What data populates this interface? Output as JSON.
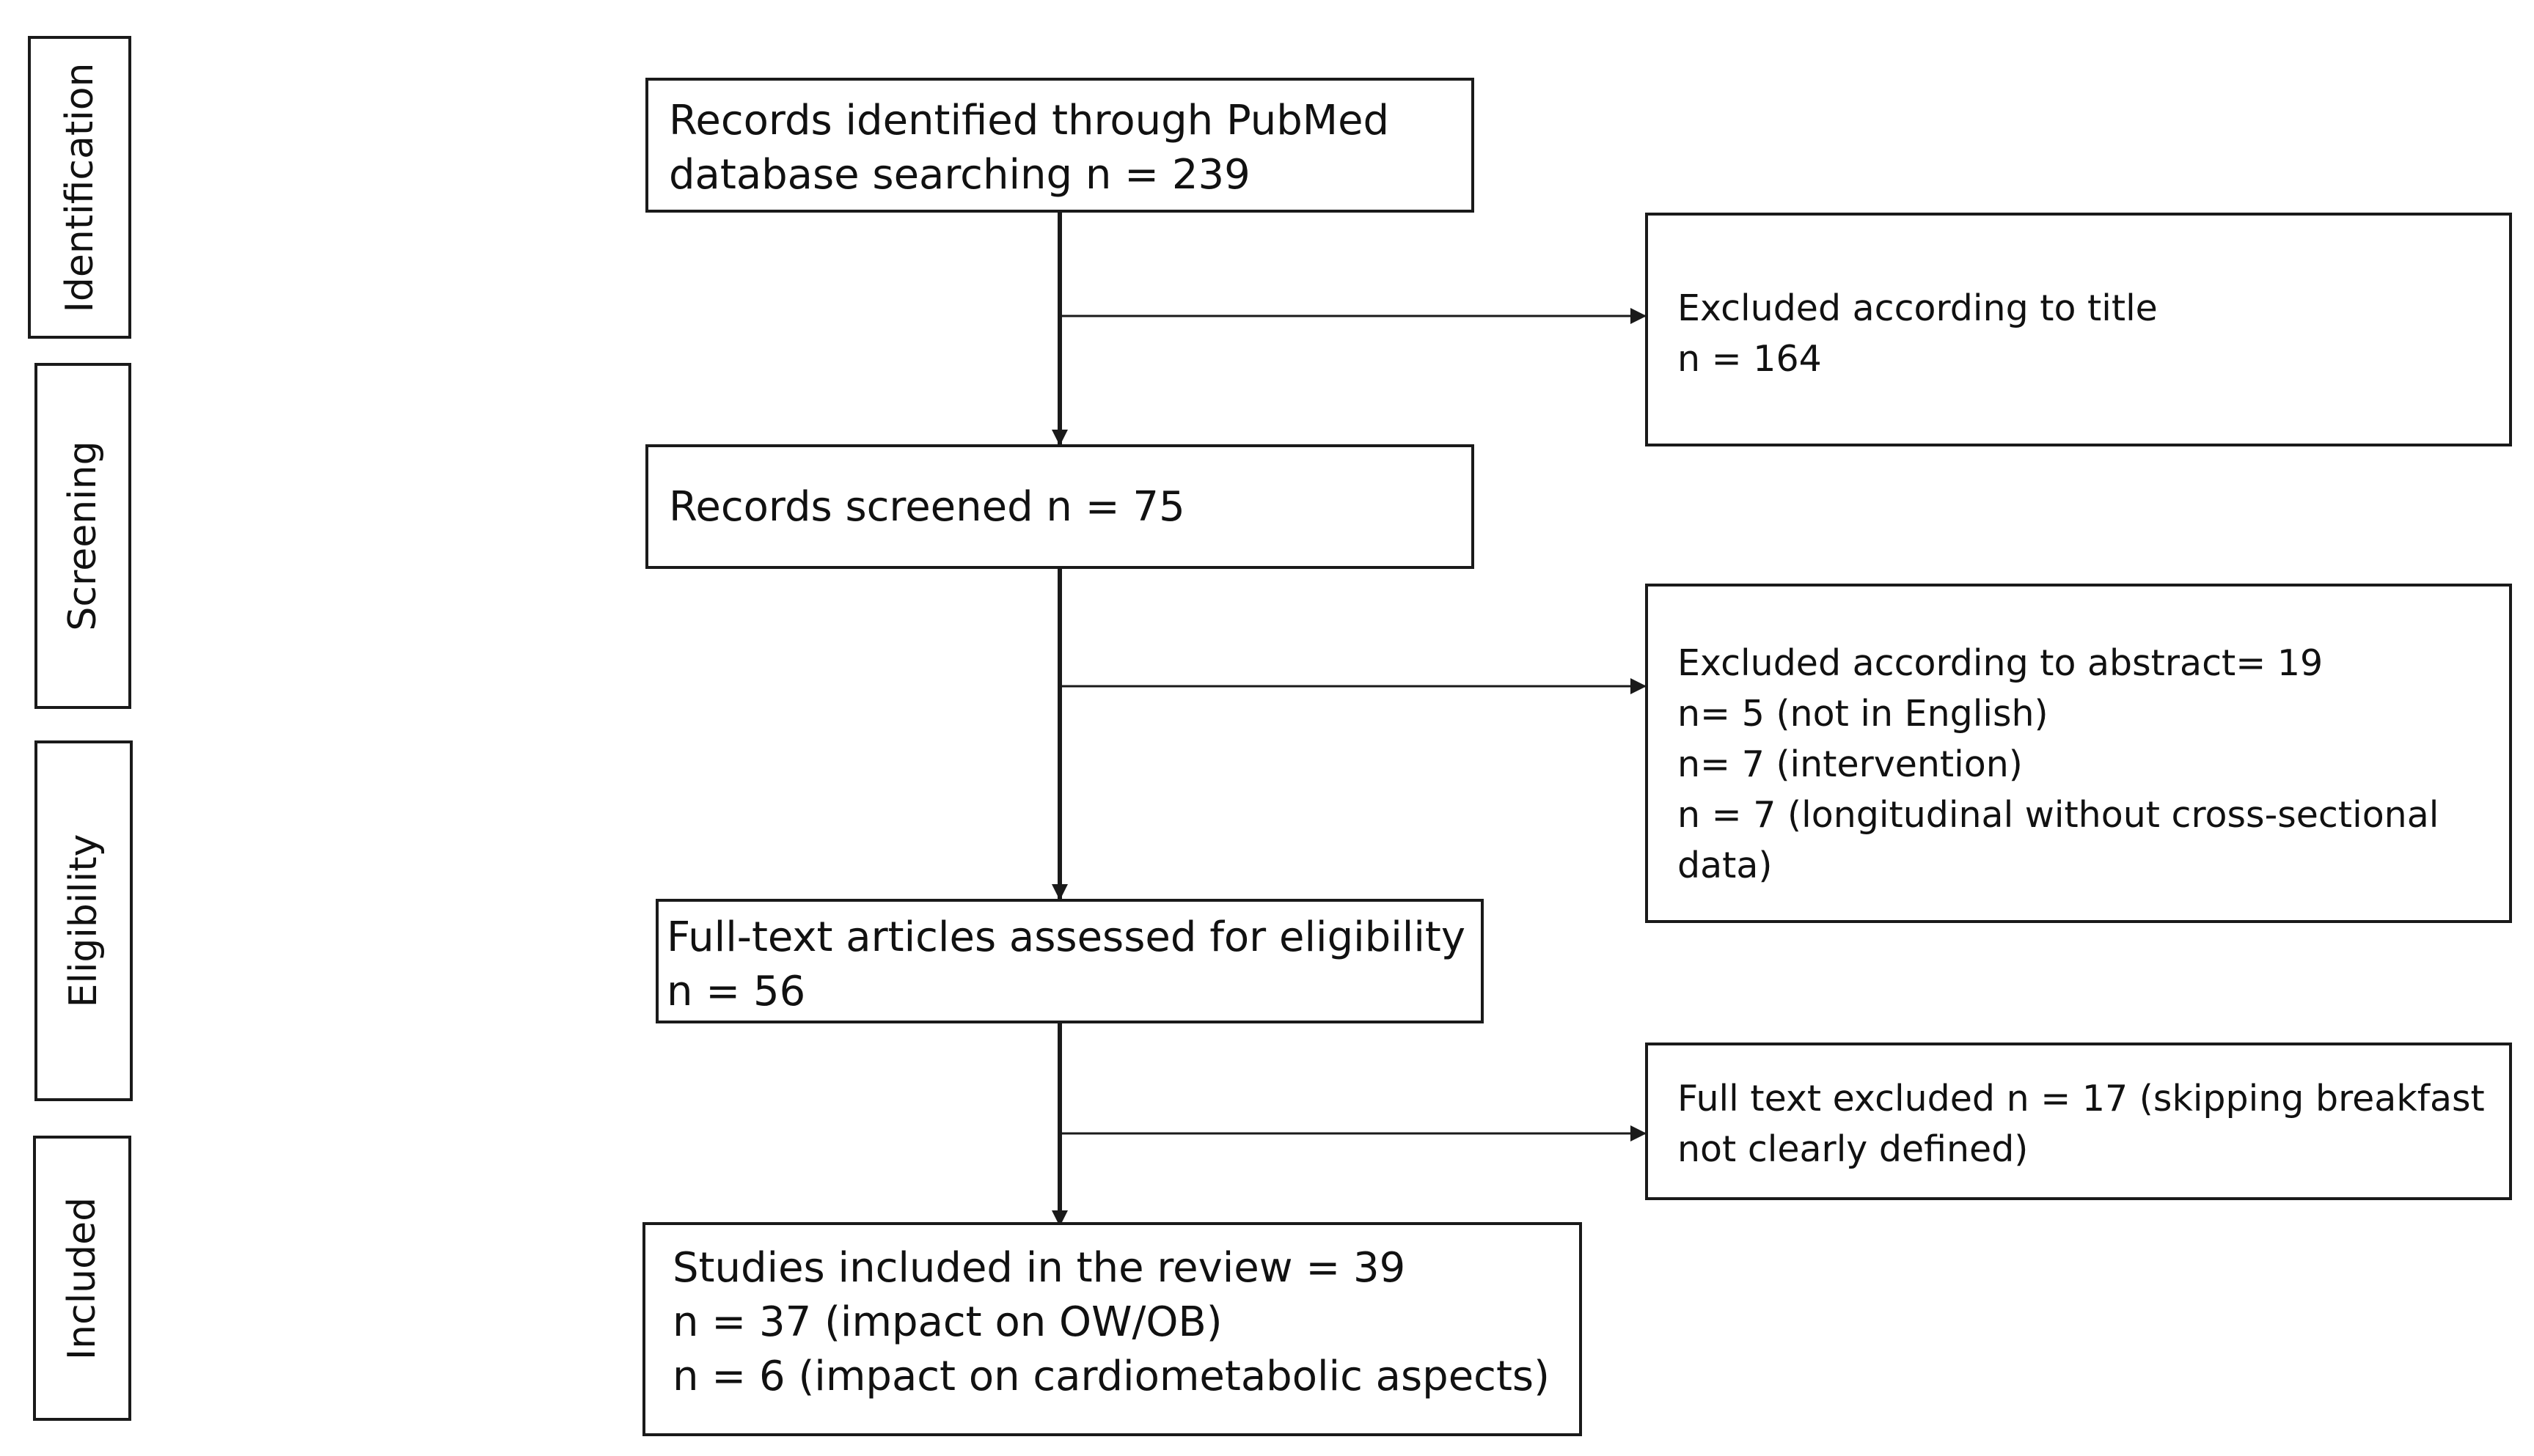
{
  "stages": {
    "identification": "Identification",
    "screening": "Screening",
    "eligibility": "Eligibility",
    "included": "Included"
  },
  "flow": {
    "identified": [
      "Records identified through PubMed",
      "database searching n = 239"
    ],
    "screened": [
      "Records screened n = 75"
    ],
    "fulltext": [
      "Full-text articles assessed for eligibility",
      "n = 56"
    ],
    "included": [
      "Studies included in the review  = 39",
      "n = 37 (impact on OW/OB)",
      "n = 6 (impact on cardiometabolic aspects)"
    ]
  },
  "exclusions": {
    "title": [
      "Excluded according to title",
      "n = 164"
    ],
    "abstract": [
      "Excluded according to abstract= 19",
      "n= 5 (not in English)",
      "n= 7 (intervention)",
      "n = 7 (longitudinal without cross-sectional",
      "data)"
    ],
    "fulltext": [
      "Full text excluded n = 17 (skipping breakfast",
      "not clearly defined)"
    ]
  }
}
